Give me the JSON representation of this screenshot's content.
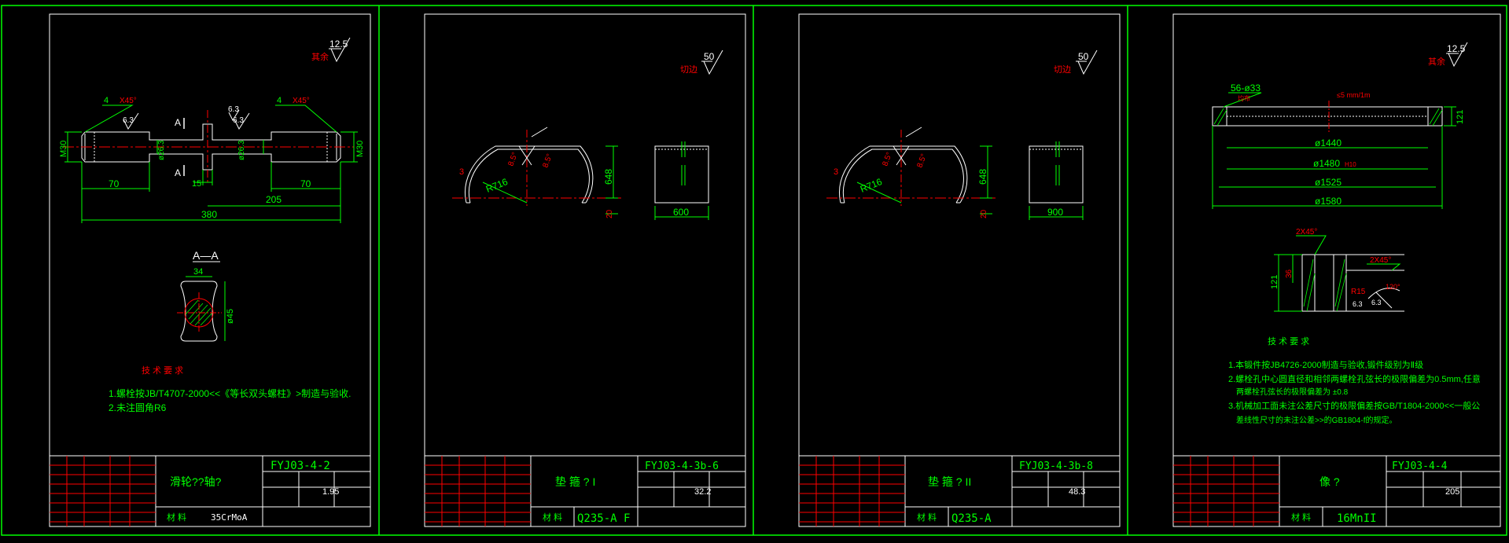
{
  "colors": {
    "background": "#000000",
    "frame": "#00ff00",
    "border": "#ffffff",
    "dimension": "#00ff00",
    "annotation": "#ff0000",
    "centerline": "#ff0000",
    "text": "#00ff00"
  },
  "sheets": [
    {
      "roughness": {
        "value": "12.5",
        "note": "其余"
      },
      "drawing_no": "FYJ03-4-2",
      "part_name": "滑轮??轴?",
      "weight": "1.95",
      "material_label": "材 料",
      "material": "35CrMoA",
      "dims": {
        "chamfer_left_num": "4",
        "chamfer_left": "X45°",
        "chamfer_right_num": "4",
        "chamfer_right": "X45°",
        "thread_left": "M30",
        "thread_right": "M30",
        "rough_left": "6.3",
        "rough_mid": "6.3",
        "rough_right": "6.3",
        "dia_left": "ø26.3",
        "dia_right": "ø26.3",
        "len_left": "70",
        "len_right": "70",
        "collar": "15",
        "half_len": "205",
        "total_len": "380",
        "section_mark": "A",
        "section_title": "A—A",
        "section_width": "34",
        "section_dia": "ø45"
      },
      "notes_title": "技 术 要 求",
      "notes": [
        "1.螺栓按JB/T4707-2000<<《等长双头螺柱》>制造与验收.",
        "2.未注圆角R6"
      ]
    },
    {
      "roughness": {
        "value": "50",
        "note": "切边"
      },
      "drawing_no": "FYJ03-4-3b-6",
      "part_name": "垫 箍 ? I",
      "weight": "32.2",
      "material_label": "材 料",
      "material": "Q235-A F",
      "dims": {
        "radius": "R716",
        "small_r": "3",
        "angle_a": "8.5°",
        "angle_b": "8.5°",
        "height": "648",
        "base": "20",
        "width": "600"
      }
    },
    {
      "roughness": {
        "value": "50",
        "note": "切边"
      },
      "drawing_no": "FYJ03-4-3b-8",
      "part_name": "垫 箍 ? II",
      "weight": "48.3",
      "material_label": "材 料",
      "material": "Q235-A",
      "dims": {
        "radius": "R716",
        "small_r": "3",
        "angle_a": "8.5°",
        "angle_b": "8.5°",
        "height": "648",
        "base": "20",
        "width": "900"
      }
    },
    {
      "roughness": {
        "value": "12.5",
        "note": "其余"
      },
      "drawing_no": "FYJ03-4-4",
      "part_name": "像 ?",
      "weight": "205",
      "material_label": "材 料",
      "material": "16MnII",
      "dims": {
        "holes": "56-ø33",
        "hole_sub": "均布",
        "flatness": "≤5 mm/1m",
        "thickness": "121",
        "d1": "ø1440",
        "d2": "ø1480",
        "d2_tol": "H10",
        "d3": "ø1525",
        "d4": "ø1580",
        "detail_chamfer_top": "2X45°",
        "detail_chamfer_right": "2X45°",
        "detail_height": "121",
        "detail_inner": "36",
        "detail_r": "R15",
        "detail_rough1": "6.3",
        "detail_rough2": "6.3",
        "detail_angle": "120°"
      },
      "notes_title": "技 术 要 求",
      "notes": [
        "1.本锻件按JB4726-2000制造与验收,锻件级别为Ⅱ级",
        "2.螺栓孔中心圆直径和相邻两螺栓孔弦长的极限偏差为0.5mm,任意",
        "两螺栓孔弦长的极限偏差为   ±0.8",
        "3.机械加工面未注公差尺寸的极限偏差按GB/T1804-2000<<一般公",
        "差线性尺寸的未注公差>>的GB1804-f的规定。"
      ]
    }
  ]
}
